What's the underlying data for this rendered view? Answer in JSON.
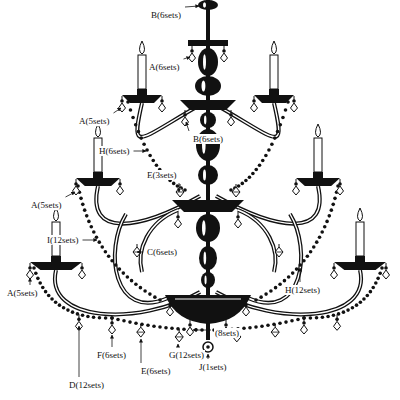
{
  "diagram": {
    "labels": [
      "B(6sets)",
      "A(6sets)",
      "A(5sets)",
      "B(6sets)",
      "H(6sets)",
      "E(3sets)",
      "A(5sets)",
      "I(12sets)",
      "C(6sets)",
      "A(5sets)",
      "H(12sets)",
      "(8sets)",
      "F(6sets)",
      "G(12sets)",
      "E(6sets)",
      "J(1sets)",
      "D(12sets)"
    ]
  }
}
